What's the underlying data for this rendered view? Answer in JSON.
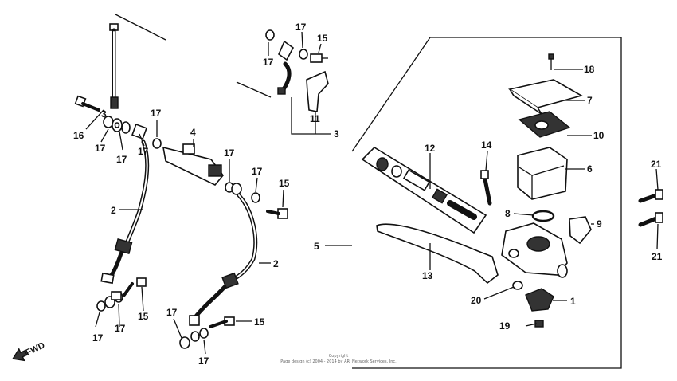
{
  "callouts": {
    "n1": "1",
    "n2a": "2",
    "n2b": "2",
    "n3a": "3",
    "n3b": "3",
    "n4": "4",
    "n5": "5",
    "n6": "6",
    "n7": "7",
    "n8": "8",
    "n9": "9",
    "n10": "10",
    "n11": "11",
    "n12": "12",
    "n13": "13",
    "n14": "14",
    "n15a": "15",
    "n15b": "15",
    "n15c": "15",
    "n15d": "15",
    "n16": "16",
    "n17a": "17",
    "n17b": "17",
    "n17c": "17",
    "n17d": "17",
    "n17e": "17",
    "n17f": "17",
    "n17g": "17",
    "n17h": "17",
    "n17i": "17",
    "n17j": "17",
    "n17k": "17",
    "n18": "18",
    "n19": "19",
    "n20": "20",
    "n21a": "21",
    "n21b": "21"
  },
  "fwd_label": "FWD",
  "copyright_line1": "Copyright",
  "copyright_line2": "Page design (c) 2004 - 2014 by ARI Network Services, Inc."
}
